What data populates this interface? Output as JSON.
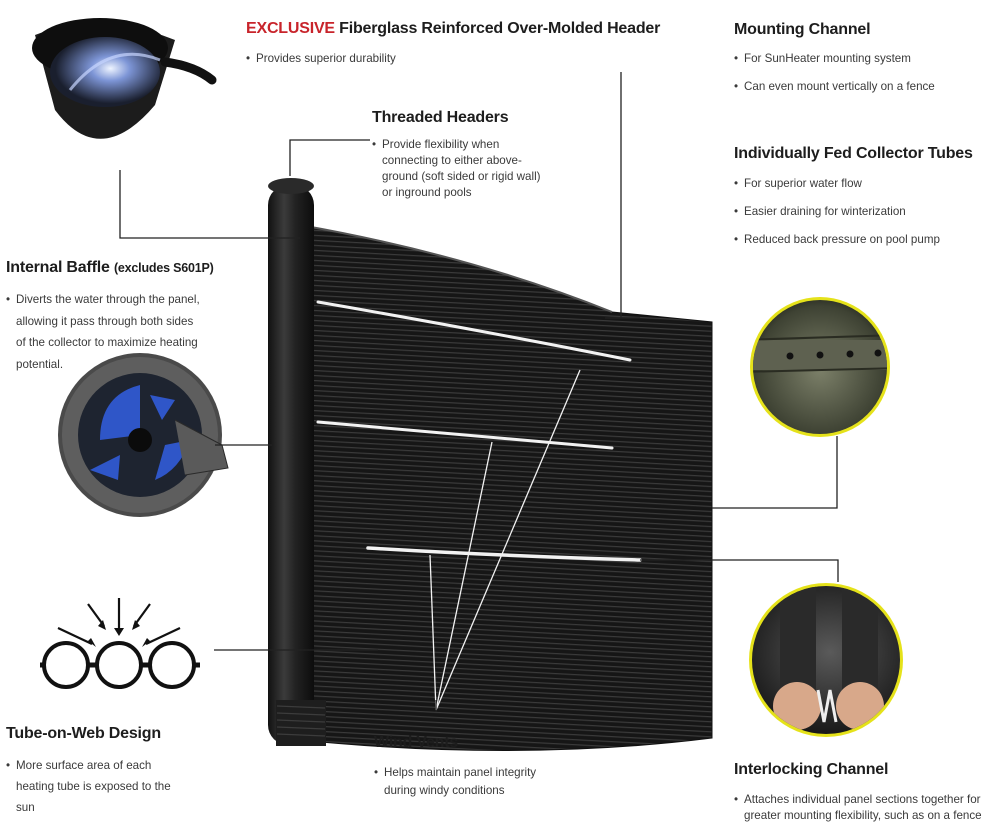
{
  "callouts": {
    "header": {
      "title_highlight": "EXCLUSIVE",
      "title_rest": " Fiberglass Reinforced Over-Molded Header",
      "bullets": [
        "Provides superior durability"
      ]
    },
    "mounting_channel": {
      "title": "Mounting Channel",
      "bullets": [
        "For SunHeater mounting system",
        "Can even mount vertically on a fence"
      ]
    },
    "threaded_headers": {
      "title": "Threaded Headers",
      "bullets": [
        "Provide flexibility when connecting to either above-ground (soft sided or rigid wall) or inground pools"
      ]
    },
    "collector_tubes": {
      "title": "Individually Fed Collector Tubes",
      "bullets": [
        "For superior water flow",
        "Easier draining for winterization",
        "Reduced back pressure on pool pump"
      ]
    },
    "internal_baffle": {
      "title": "Internal Baffle",
      "title_note": "(excludes S601P)",
      "bullets": [
        "Diverts the water through the panel, allowing it pass through both sides of the collector to maximize heating potential."
      ]
    },
    "tube_on_web": {
      "title": "Tube-on-Web Design",
      "bullets": [
        "More surface area of each heating tube is exposed to the sun"
      ]
    },
    "wind_vents": {
      "title": "Wind Vents",
      "bullets": [
        "Helps maintain panel integrity during windy conditions"
      ]
    },
    "interlocking_channel": {
      "title": "Interlocking Channel",
      "bullets": [
        "Attaches individual panel sections together for greater mounting flexibility, such as on a fence"
      ]
    }
  },
  "colors": {
    "accent_red": "#c8242b",
    "heading": "#1d1d1d",
    "body_text": "#3a3a3a",
    "panel_black": "#1b1b1b",
    "baffle_blue": "#2f56c8"
  }
}
